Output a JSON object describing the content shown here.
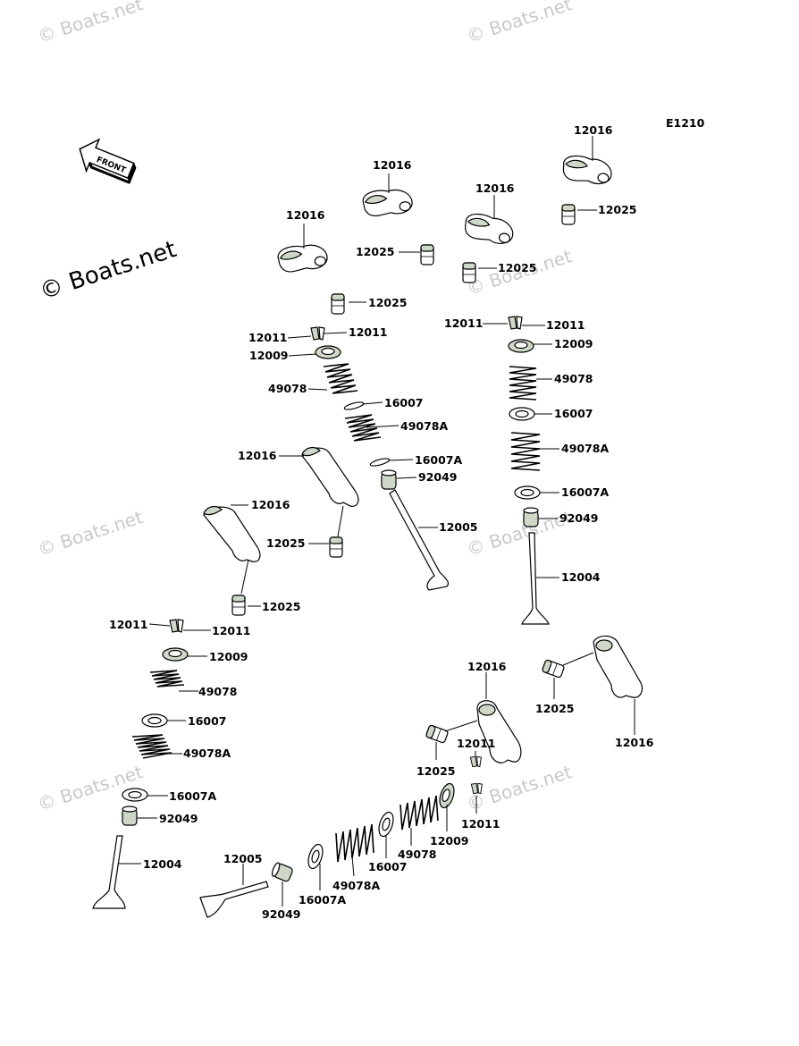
{
  "diagram_code": "E1210",
  "front_label": "FRONT",
  "watermark": "© Boats.net",
  "callouts": {
    "c1": "12016",
    "c2": "12016",
    "c3": "12016",
    "c4": "12016",
    "c5": "12025",
    "c6": "12025",
    "c7": "12025",
    "c8": "12025",
    "c9": "12011",
    "c10": "12011",
    "c11": "12009",
    "c12": "49078",
    "c13": "16007",
    "c14": "49078A",
    "c15": "16007A",
    "c16": "92049",
    "c17": "12005",
    "c18": "12011",
    "c19": "12011",
    "c20": "12009",
    "c21": "49078",
    "c22": "16007",
    "c23": "49078A",
    "c24": "16007A",
    "c25": "92049",
    "c26": "12004",
    "c27": "12016",
    "c28": "12025",
    "c29": "12016",
    "c30": "12025",
    "c31": "12011",
    "c32": "12011",
    "c33": "12009",
    "c34": "49078",
    "c35": "16007",
    "c36": "49078A",
    "c37": "16007A",
    "c38": "92049",
    "c39": "12004",
    "c40": "12016",
    "c41": "12025",
    "c42": "12016",
    "c43": "12025",
    "c44": "12011",
    "c45": "12011",
    "c46": "12009",
    "c47": "49078",
    "c48": "16007",
    "c49": "49078A",
    "c50": "16007A",
    "c51": "92049",
    "c52": "12005"
  }
}
